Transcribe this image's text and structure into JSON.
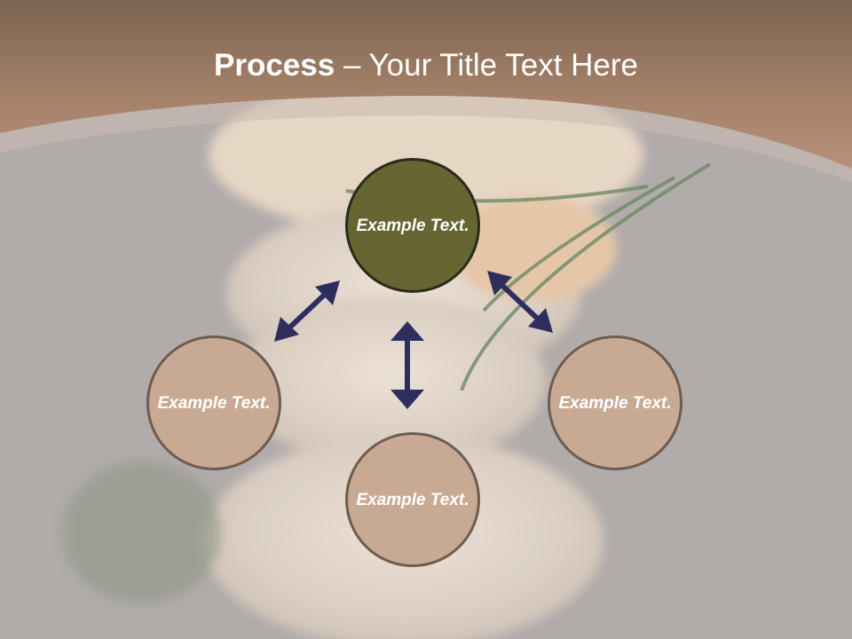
{
  "slide": {
    "title_bold": "Process",
    "title_rest": " – Your Title Text Here"
  },
  "nodes": {
    "top": "Example Text.",
    "left": "Example Text.",
    "bottom": "Example Text.",
    "right": "Example Text."
  },
  "colors": {
    "header_brown": "#b58f72",
    "center_node": "#666633",
    "outer_nodes": "#c8aa94",
    "arrows": "#2e2e5e"
  },
  "icons": {
    "arrows": "double-headed-arrow"
  }
}
